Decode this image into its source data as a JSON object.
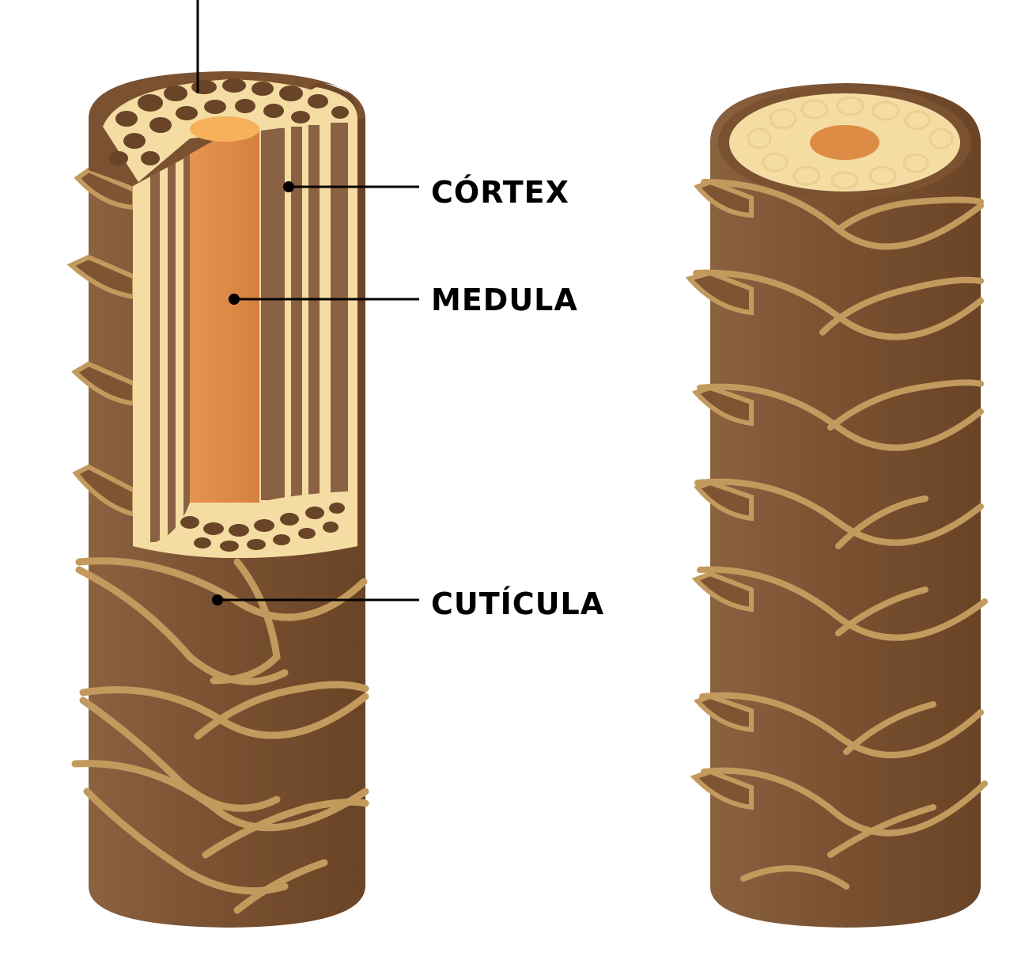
{
  "labels": {
    "cortex": "CÓRTEX",
    "medula": "MEDULA",
    "cuticula": "CUTÍCULA"
  },
  "colors": {
    "cuticle_dark": "#6b4628",
    "cuticle_mid": "#7d5533",
    "cuticle_light": "#8a6240",
    "scale_edge": "#c39a5e",
    "cortex_cream": "#f4dca3",
    "cortex_cell": "#eccf8f",
    "medulla_orange": "#de8b45",
    "medulla_top": "#f7b15b",
    "cell_dark": "#6a4427",
    "strand_brown": "#8a6243",
    "leader_line": "#000000"
  }
}
